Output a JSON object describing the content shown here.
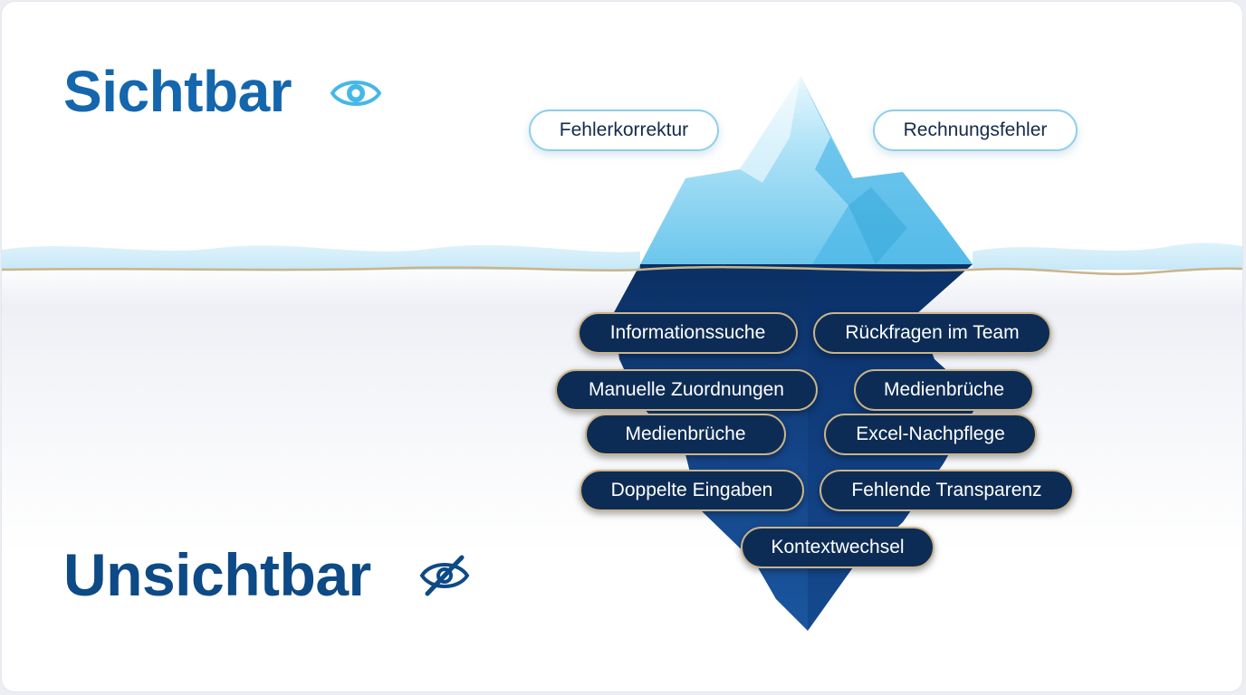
{
  "headings": {
    "visible": "Sichtbar",
    "hidden": "Unsichtbar"
  },
  "icons": {
    "visible": "eye-icon",
    "hidden": "eye-slash-icon"
  },
  "above_water": [
    "Fehlerkorrektur",
    "Rechnungsfehler"
  ],
  "below_water": [
    "Informationssuche",
    "Rückfragen im Team",
    "Manuelle Zuordnungen",
    "Medienbrüche",
    "Medienbrüche",
    "Excel-Nachpflege",
    "Doppelte Eingaben",
    "Fehlende Transparenz",
    "Kontextwechsel"
  ],
  "colors": {
    "heading_visible": "#1466ad",
    "heading_hidden": "#0d4a86",
    "iceberg_top": "#7fd0ef",
    "iceberg_bottom": "#0f3d7a",
    "waterline": "#c9b48a"
  }
}
